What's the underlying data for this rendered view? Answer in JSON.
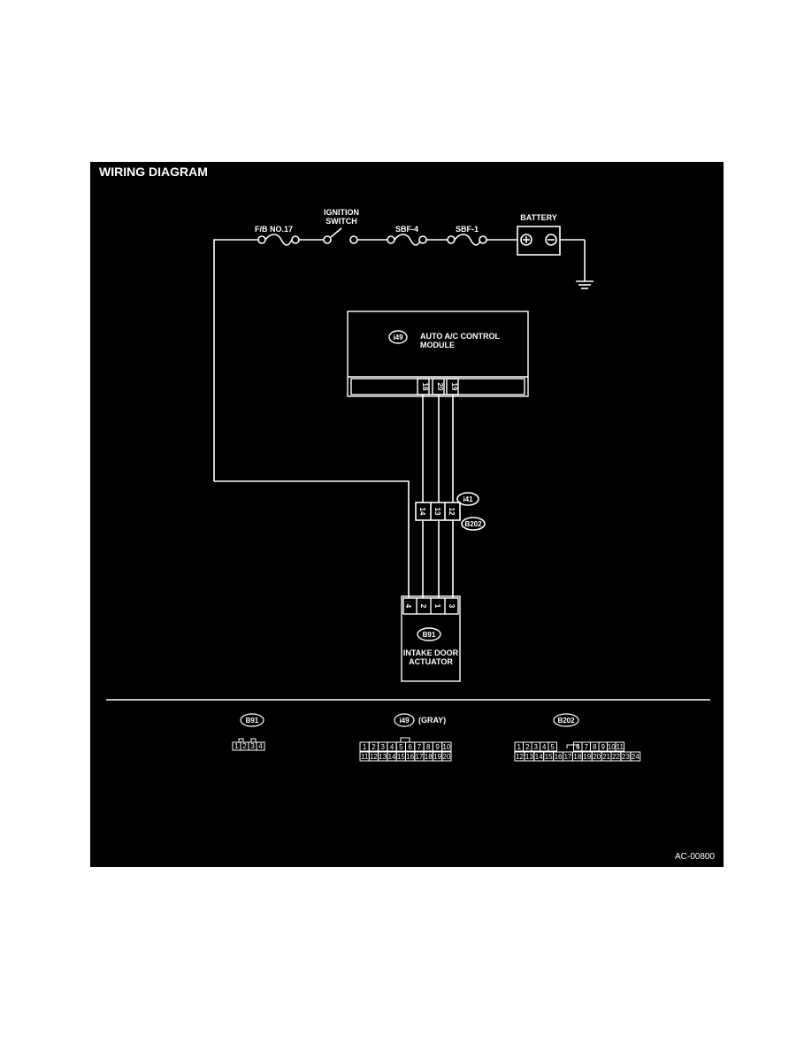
{
  "title": "WIRING DIAGRAM",
  "figure_id": "AC-00800",
  "power": {
    "fuse_fb": "F/B NO.17",
    "ignition": [
      "IGNITION",
      "SWITCH"
    ],
    "sbf4": "SBF-4",
    "sbf1": "SBF-1",
    "battery": "BATTERY",
    "plus_symbol": "⊕",
    "minus_symbol": "⊖"
  },
  "module": {
    "connector": "i49",
    "name": [
      "AUTO A/C CONTROL",
      "MODULE"
    ],
    "pins": [
      "18",
      "20",
      "19"
    ]
  },
  "junction": {
    "connector_top": "i41",
    "connector_bottom": "B202",
    "pins": [
      "14",
      "13",
      "12"
    ]
  },
  "actuator": {
    "connector": "B91",
    "name": [
      "INTAKE DOOR",
      "ACTUATOR"
    ],
    "pins": [
      "4",
      "2",
      "1",
      "3"
    ]
  },
  "connectors": {
    "b91": {
      "label": "B91",
      "row1": [
        "1",
        "2",
        "3",
        "4"
      ]
    },
    "i49": {
      "label": "i49",
      "color": "(GRAY)",
      "row1": [
        "1",
        "2",
        "3",
        "4",
        "5",
        "6",
        "7",
        "8",
        "9",
        "10"
      ],
      "row2": [
        "11",
        "12",
        "13",
        "14",
        "15",
        "16",
        "17",
        "18",
        "19",
        "20"
      ]
    },
    "b202": {
      "label": "B202",
      "row1": [
        "1",
        "2",
        "3",
        "4",
        "5",
        "6",
        "7",
        "8",
        "9",
        "10",
        "11"
      ],
      "row2": [
        "12",
        "13",
        "14",
        "15",
        "16",
        "17",
        "18",
        "19",
        "20",
        "21",
        "22",
        "23",
        "24"
      ]
    }
  },
  "colors": {
    "background": "#000000",
    "line": "#ffffff",
    "page": "#ffffff"
  }
}
